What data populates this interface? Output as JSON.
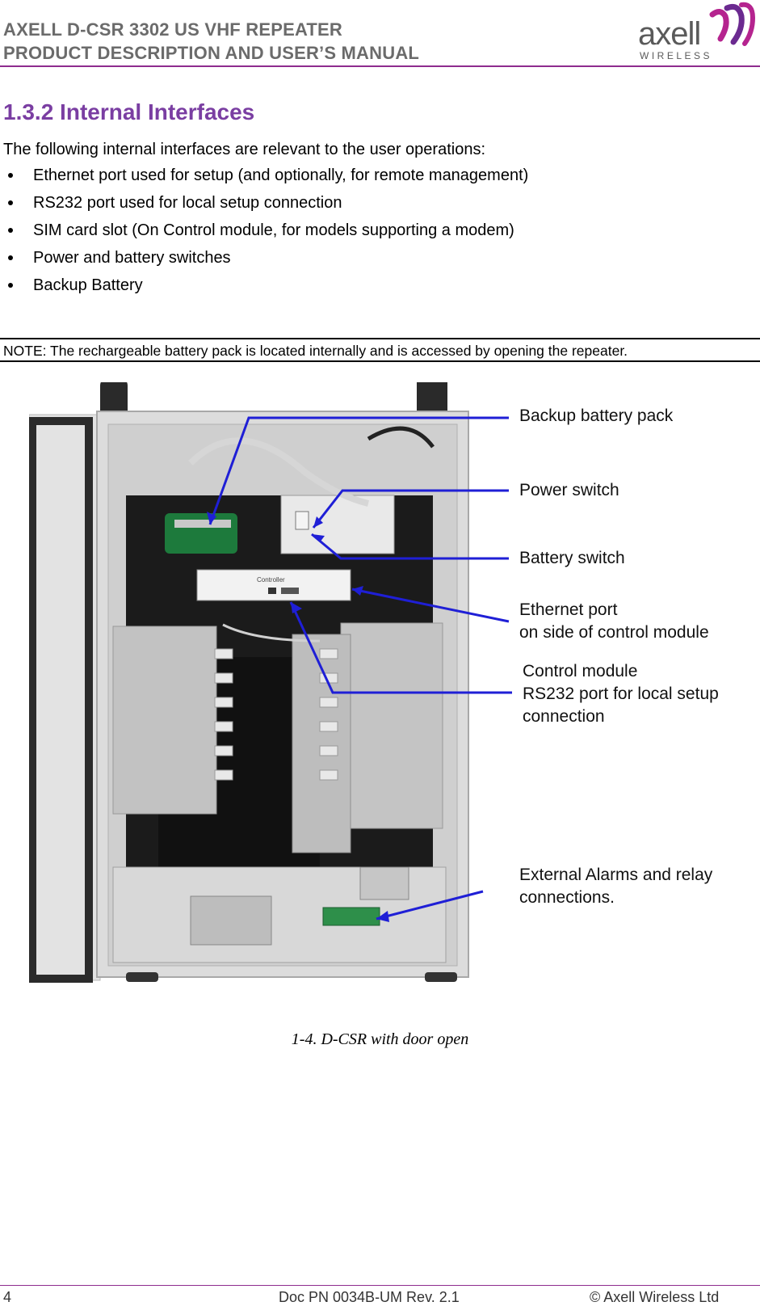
{
  "header": {
    "title_line1": "AXELL D-CSR 3302 US VHF REPEATER",
    "title_line2": "PRODUCT DESCRIPTION AND USER’S MANUAL",
    "logo_word": "axell",
    "logo_sub": "WIRELESS"
  },
  "section": {
    "title": "1.3.2 Internal Interfaces",
    "intro": "The following internal interfaces are relevant to the user operations:",
    "bullets": [
      "Ethernet port used for setup (and optionally, for remote management)",
      "RS232 port used for local setup connection",
      "SIM card slot (On Control module, for models supporting a modem)",
      "Power and battery switches",
      "Backup Battery"
    ]
  },
  "note": "NOTE: The rechargeable battery pack is located internally and is accessed by opening the repeater.",
  "figure": {
    "callouts": {
      "backup_battery": "Backup battery pack",
      "power_switch": "Power switch",
      "battery_switch": "Battery switch",
      "ethernet_port": "Ethernet port\non side of control module",
      "control_module": "Control module\nRS232 port for local setup\nconnection",
      "external_alarms": "External Alarms and relay\nconnections."
    },
    "controller_label": "Controller",
    "caption": "1-4.  D-CSR with door open"
  },
  "footer": {
    "page": "4",
    "doc": "Doc PN 0034B-UM Rev. 2.1",
    "copyright": "© Axell Wireless Ltd"
  },
  "colors": {
    "accent_purple": "#7a3ea2",
    "rule_purple": "#8e2c8e",
    "arrow_blue": "#1f1fd6",
    "logo_magenta": "#b5248f"
  },
  "icons": [
    "axell-logo-icon",
    "bullet-icon",
    "repeater-photo"
  ]
}
